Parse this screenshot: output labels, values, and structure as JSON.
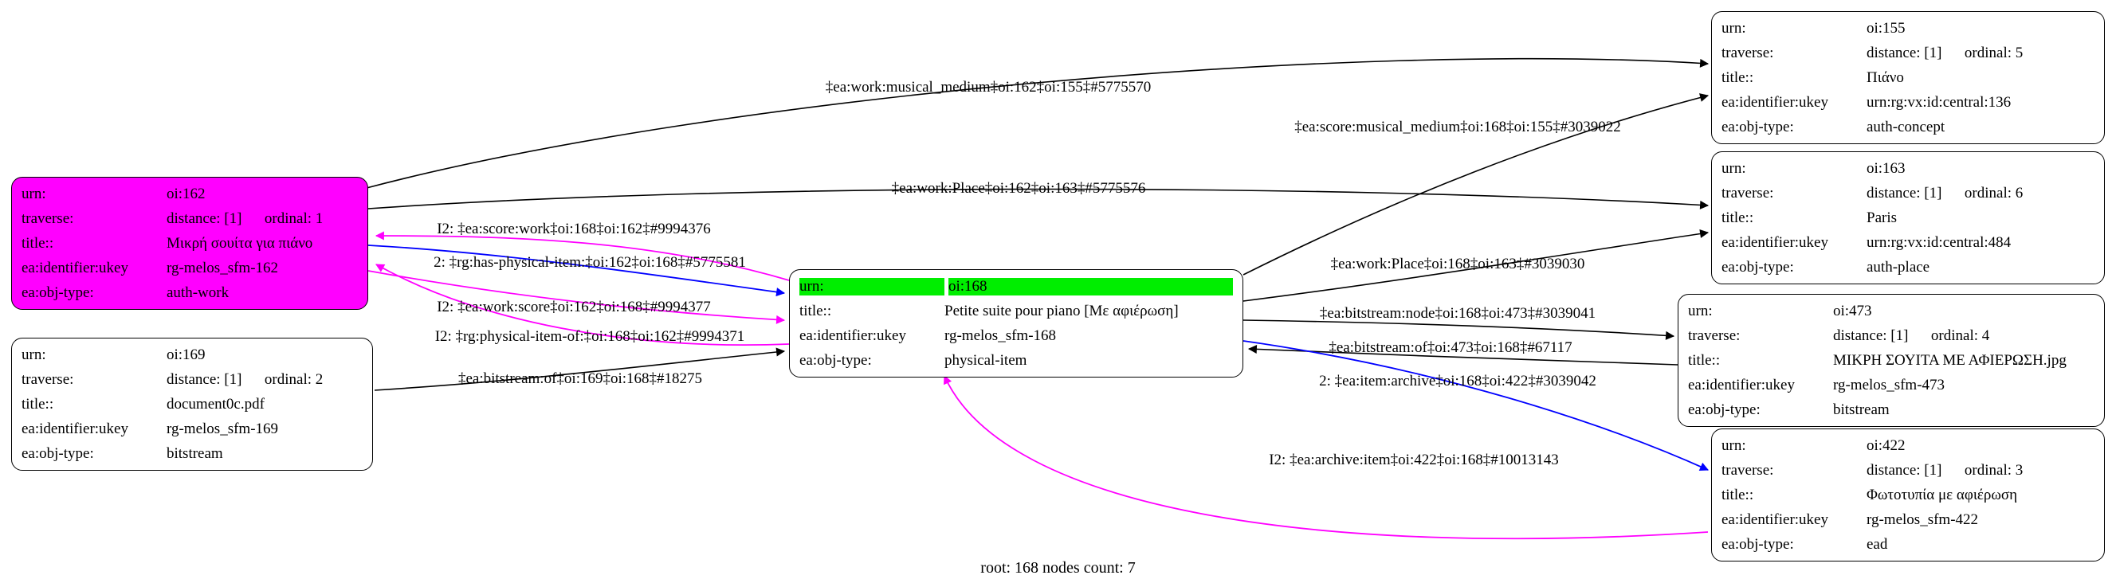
{
  "caption": "root: 168 nodes count: 7",
  "colors": {
    "node_highlight": "#ff00ff",
    "header_highlight": "#00ee00",
    "edge_default": "#000000",
    "edge_forward": "#0000ff",
    "edge_inverse": "#ff00ff",
    "background": "#ffffff"
  },
  "nodes": [
    {
      "id": "oi:162",
      "highlight": "magenta",
      "rows": [
        {
          "key": "urn:",
          "value": "oi:162"
        },
        {
          "key": "traverse:",
          "value": "distance: [1]      ordinal: 1"
        },
        {
          "key": "title::",
          "value": "Μικρή σουίτα για πιάνο"
        },
        {
          "key": "ea:identifier:ukey",
          "value": "rg-melos_sfm-162"
        },
        {
          "key": "ea:obj-type:",
          "value": "auth-work"
        }
      ]
    },
    {
      "id": "oi:169",
      "highlight": "none",
      "rows": [
        {
          "key": "urn:",
          "value": "oi:169"
        },
        {
          "key": "traverse:",
          "value": "distance: [1]      ordinal: 2"
        },
        {
          "key": "title::",
          "value": "document0c.pdf"
        },
        {
          "key": "ea:identifier:ukey",
          "value": "rg-melos_sfm-169"
        },
        {
          "key": "ea:obj-type:",
          "value": "bitstream"
        }
      ]
    },
    {
      "id": "oi:168",
      "highlight": "green-header",
      "rows": [
        {
          "key": "urn:",
          "value": "oi:168"
        },
        {
          "key": "title::",
          "value": "Petite suite pour piano [Με αφιέρωση]"
        },
        {
          "key": "ea:identifier:ukey",
          "value": "rg-melos_sfm-168"
        },
        {
          "key": "ea:obj-type:",
          "value": "physical-item"
        }
      ]
    },
    {
      "id": "oi:155",
      "highlight": "none",
      "rows": [
        {
          "key": "urn:",
          "value": "oi:155"
        },
        {
          "key": "traverse:",
          "value": "distance: [1]      ordinal: 5"
        },
        {
          "key": "title::",
          "value": "Πιάνο"
        },
        {
          "key": "ea:identifier:ukey",
          "value": "urn:rg:vx:id:central:136"
        },
        {
          "key": "ea:obj-type:",
          "value": "auth-concept"
        }
      ]
    },
    {
      "id": "oi:163",
      "highlight": "none",
      "rows": [
        {
          "key": "urn:",
          "value": "oi:163"
        },
        {
          "key": "traverse:",
          "value": "distance: [1]      ordinal: 6"
        },
        {
          "key": "title::",
          "value": "Paris"
        },
        {
          "key": "ea:identifier:ukey",
          "value": "urn:rg:vx:id:central:484"
        },
        {
          "key": "ea:obj-type:",
          "value": "auth-place"
        }
      ]
    },
    {
      "id": "oi:473",
      "highlight": "none",
      "rows": [
        {
          "key": "urn:",
          "value": "oi:473"
        },
        {
          "key": "traverse:",
          "value": "distance: [1]      ordinal: 4"
        },
        {
          "key": "title::",
          "value": "ΜΙΚΡΗ ΣΟΥΙΤΑ ΜΕ ΑΦΙΕΡΩΣΗ.jpg"
        },
        {
          "key": "ea:identifier:ukey",
          "value": "rg-melos_sfm-473"
        },
        {
          "key": "ea:obj-type:",
          "value": "bitstream"
        }
      ]
    },
    {
      "id": "oi:422",
      "highlight": "none",
      "rows": [
        {
          "key": "urn:",
          "value": "oi:422"
        },
        {
          "key": "traverse:",
          "value": "distance: [1]      ordinal: 3"
        },
        {
          "key": "title::",
          "value": "Φωτοτυπία με αφιέρωση"
        },
        {
          "key": "ea:identifier:ukey",
          "value": "rg-melos_sfm-422"
        },
        {
          "key": "ea:obj-type:",
          "value": "ead"
        }
      ]
    }
  ],
  "edges": [
    {
      "label": "‡ea:work:musical_medium‡oi:162‡oi:155‡#5775570",
      "from": "oi:162",
      "to": "oi:155",
      "color": "#000000"
    },
    {
      "label": "‡ea:score:musical_medium‡oi:168‡oi:155‡#3039022",
      "from": "oi:168",
      "to": "oi:155",
      "color": "#000000"
    },
    {
      "label": "‡ea:work:Place‡oi:162‡oi:163‡#5775576",
      "from": "oi:162",
      "to": "oi:163",
      "color": "#000000"
    },
    {
      "label": "I2: ‡ea:score:work‡oi:168‡oi:162‡#9994376",
      "from": "oi:168",
      "to": "oi:162",
      "color": "#ff00ff"
    },
    {
      "label": "2: ‡rg:has-physical-item:‡oi:162‡oi:168‡#5775581",
      "from": "oi:162",
      "to": "oi:168",
      "color": "#0000ff"
    },
    {
      "label": "I2: ‡ea:work:score‡oi:162‡oi:168‡#9994377",
      "from": "oi:162",
      "to": "oi:168",
      "color": "#ff00ff"
    },
    {
      "label": "I2: ‡rg:physical-item-of:‡oi:168‡oi:162‡#9994371",
      "from": "oi:168",
      "to": "oi:162",
      "color": "#ff00ff"
    },
    {
      "label": "‡ea:bitstream:of‡oi:169‡oi:168‡#18275",
      "from": "oi:169",
      "to": "oi:168",
      "color": "#000000"
    },
    {
      "label": "‡ea:work:Place‡oi:168‡oi:163‡#3039030",
      "from": "oi:168",
      "to": "oi:163",
      "color": "#000000"
    },
    {
      "label": "‡ea:bitstream:node‡oi:168‡oi:473‡#3039041",
      "from": "oi:168",
      "to": "oi:473",
      "color": "#000000"
    },
    {
      "label": "‡ea:bitstream:of‡oi:473‡oi:168‡#67117",
      "from": "oi:473",
      "to": "oi:168",
      "color": "#000000"
    },
    {
      "label": "2: ‡ea:item:archive‡oi:168‡oi:422‡#3039042",
      "from": "oi:168",
      "to": "oi:422",
      "color": "#0000ff"
    },
    {
      "label": "I2: ‡ea:archive:item‡oi:422‡oi:168‡#10013143",
      "from": "oi:422",
      "to": "oi:168",
      "color": "#ff00ff"
    }
  ]
}
